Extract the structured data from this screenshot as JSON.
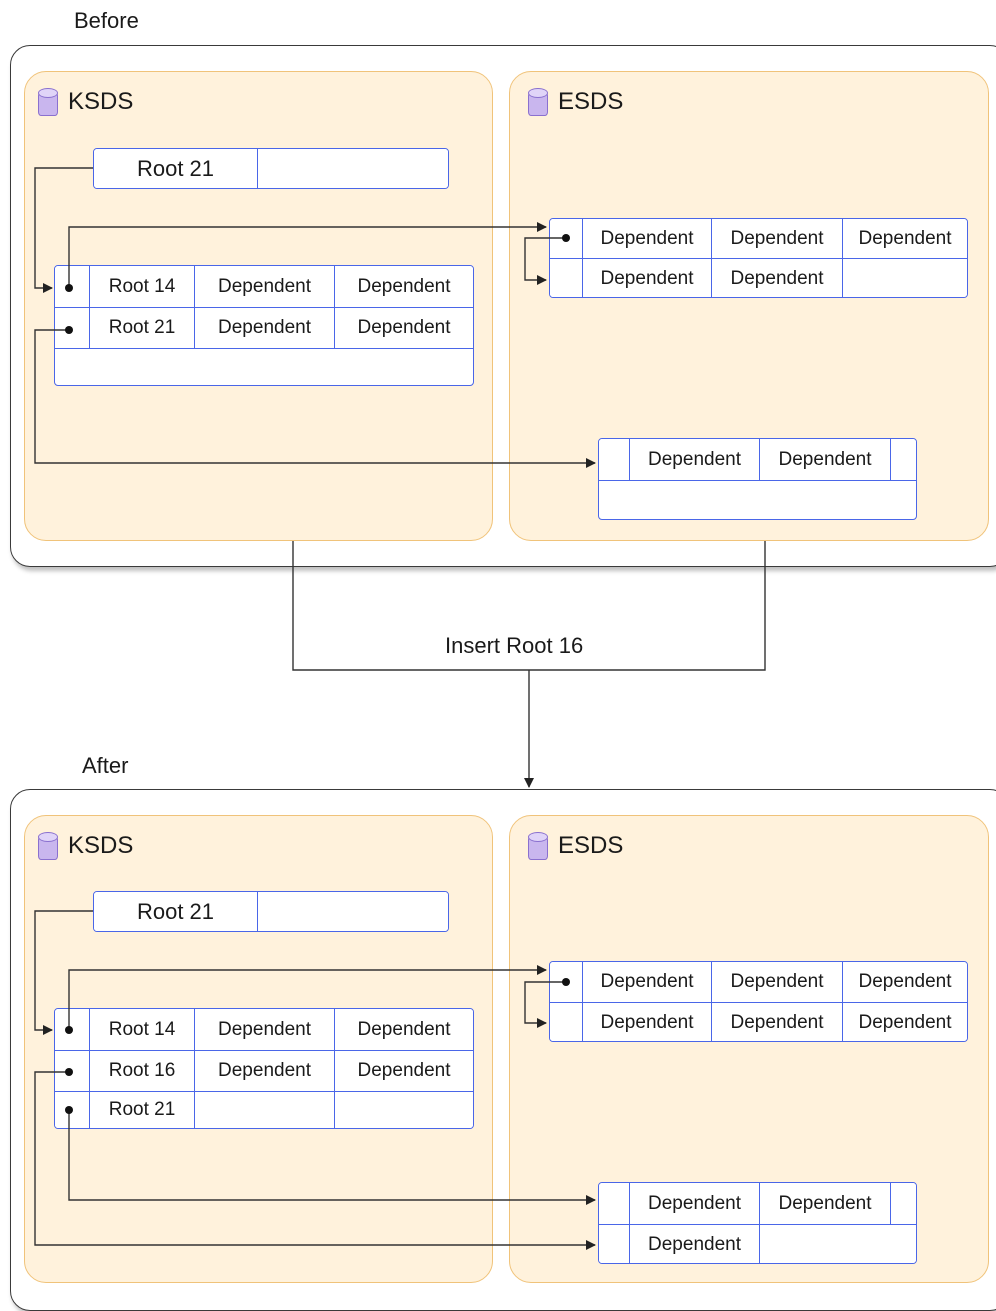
{
  "before": {
    "label": "Before",
    "ksds": {
      "title": "KSDS",
      "root_index": [
        "Root 21",
        ""
      ],
      "rows": [
        [
          "",
          "Root 14",
          "Dependent",
          "Dependent"
        ],
        [
          "",
          "Root 21",
          "Dependent",
          "Dependent"
        ],
        [
          "",
          "",
          "",
          ""
        ]
      ]
    },
    "esds": {
      "title": "ESDS",
      "block1": [
        [
          "",
          "Dependent",
          "Dependent",
          "Dependent"
        ],
        [
          "",
          "Dependent",
          "Dependent",
          ""
        ]
      ],
      "block2": [
        [
          "",
          "Dependent",
          "Dependent",
          ""
        ]
      ]
    }
  },
  "operation": "Insert Root 16",
  "after": {
    "label": "After",
    "ksds": {
      "title": "KSDS",
      "root_index": [
        "Root 21",
        ""
      ],
      "rows": [
        [
          "",
          "Root 14",
          "Dependent",
          "Dependent"
        ],
        [
          "",
          "Root 16",
          "Dependent",
          "Dependent"
        ],
        [
          "",
          "Root 21",
          "",
          ""
        ]
      ]
    },
    "esds": {
      "title": "ESDS",
      "block1": [
        [
          "",
          "Dependent",
          "Dependent",
          "Dependent"
        ],
        [
          "",
          "Dependent",
          "Dependent",
          "Dependent"
        ]
      ],
      "block2": [
        [
          "",
          "Dependent",
          "Dependent",
          ""
        ],
        [
          "",
          "Dependent",
          ""
        ]
      ]
    }
  },
  "colors": {
    "panel_fill": "#fff2dc",
    "panel_border": "#f0c37a",
    "table_border": "#4a66e8",
    "connector": "#333333"
  }
}
